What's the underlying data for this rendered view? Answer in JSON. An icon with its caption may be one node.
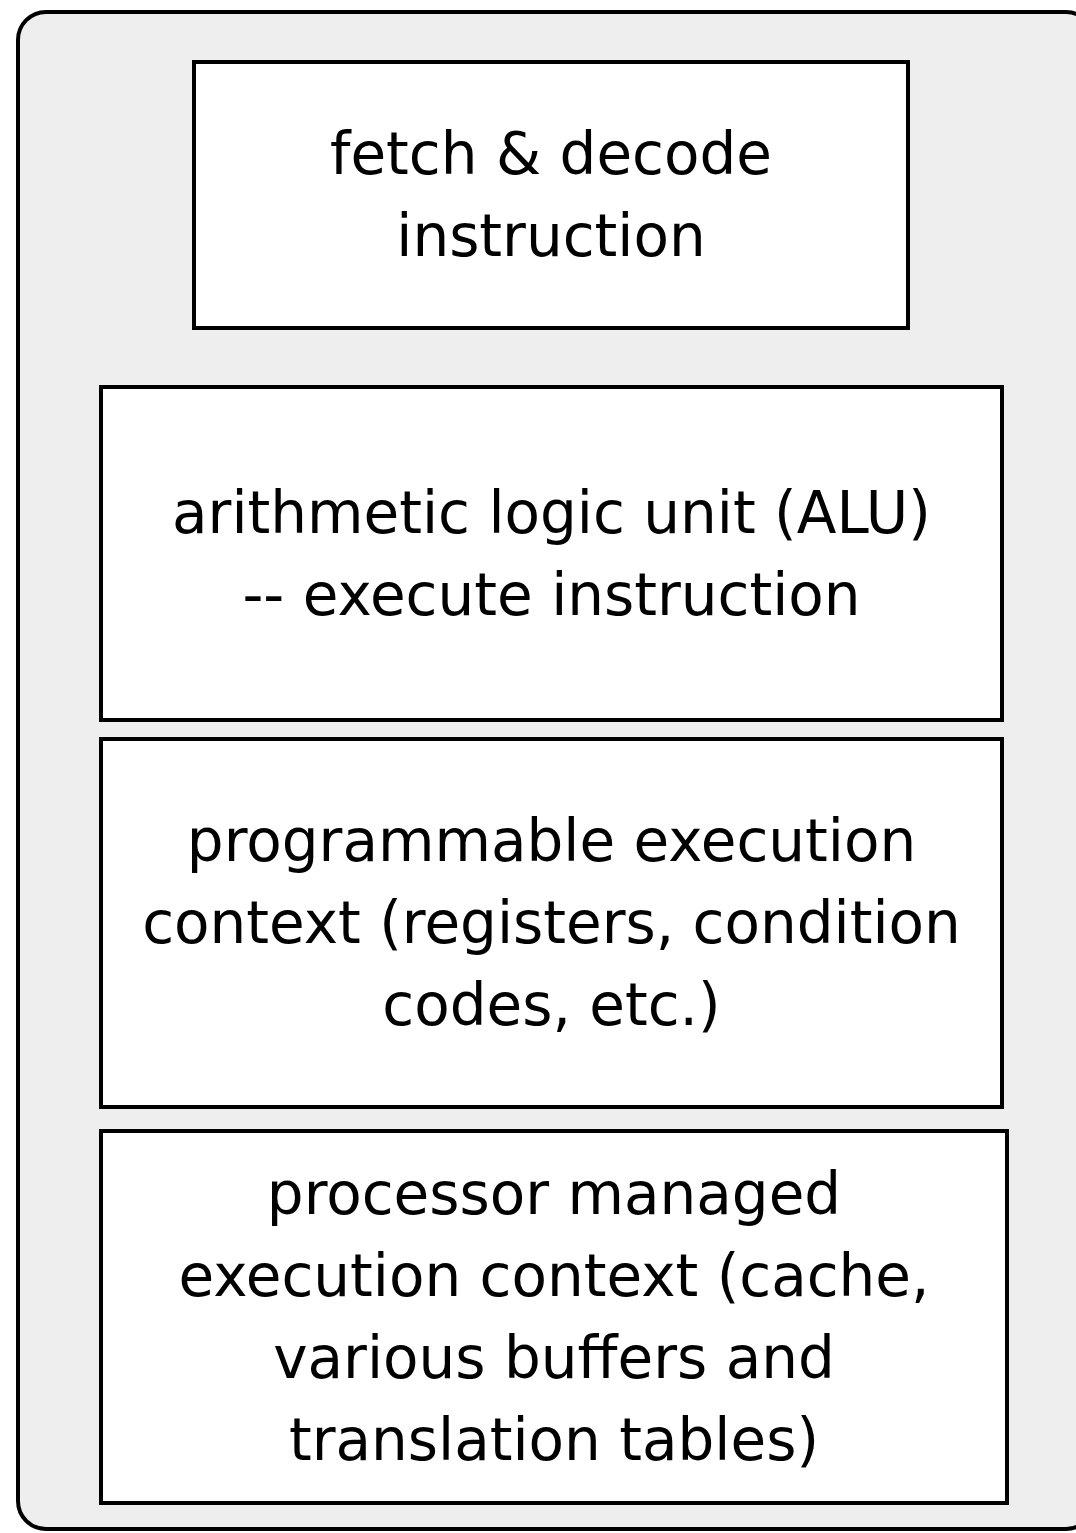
{
  "diagram": {
    "nodes": [
      {
        "text": [],
        "shape": "box"
      },
      {
        "text": [
          "fetch & decode instruction"
        ],
        "in": 0
      },
      {
        "text": [
          "arithmetic logic unit (ALU) -- execute instruction"
        ],
        "in": 0
      },
      {
        "text": [
          "programmable execution context (registers, condition codes, etc.)"
        ],
        "in": 0
      },
      {
        "text": [
          "processor managed execution context (cache, various buffers and translation tables)"
        ],
        "in": 0
      }
    ]
  }
}
